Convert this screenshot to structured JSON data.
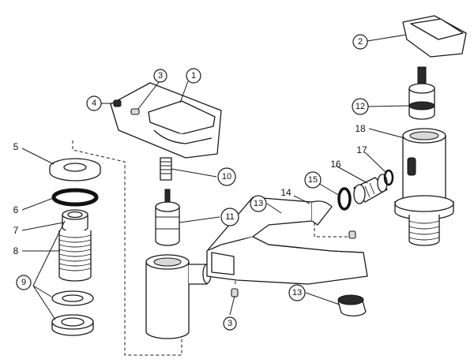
{
  "callouts": {
    "c1": "1",
    "c2": "2",
    "c3a": "3",
    "c3b": "3",
    "c4": "4",
    "c10": "10",
    "c11": "11",
    "c12": "12",
    "c13a": "13",
    "c13b": "13",
    "c15": "15",
    "c9": "9"
  },
  "labels": {
    "l5": "5",
    "l6": "6",
    "l7": "7",
    "l8": "8",
    "l14": "14",
    "l16": "16",
    "l17": "17",
    "l18": "18"
  }
}
